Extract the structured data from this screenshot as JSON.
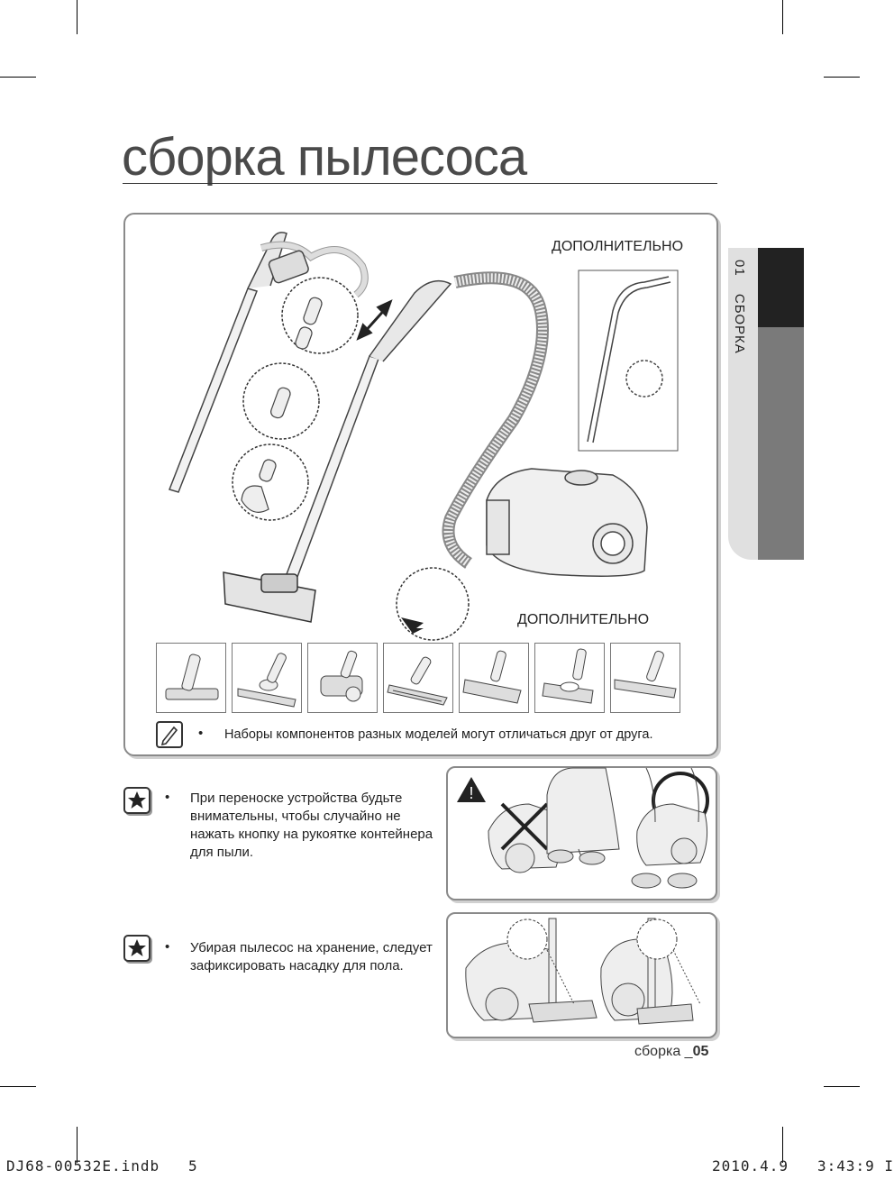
{
  "header": {
    "title": "сборка пылесоса"
  },
  "side_tab": {
    "number": "01",
    "label": "СБОРКА"
  },
  "main_panel": {
    "optional_top": "ДОПОЛНИТЕЛЬНО",
    "optional_bottom": "ДОПОЛНИТЕЛЬНО",
    "note_icon": "note-pencil-icon",
    "note_text": "Наборы компонентов разных моделей могут отличаться друг от друга.",
    "nozzles": [
      "nozzle-1",
      "nozzle-2",
      "nozzle-3",
      "nozzle-4",
      "nozzle-5",
      "nozzle-6",
      "nozzle-7"
    ]
  },
  "cautions": [
    {
      "icon": "star-icon",
      "text": "При переноске устройства будьте внимательны, чтобы случайно не нажать кнопку на рукоятке контейнера для пыли."
    },
    {
      "icon": "star-icon",
      "text": "Убирая пылесос на хранение, следует зафиксировать насадку для пола."
    }
  ],
  "footer": {
    "page_label": "сборка _",
    "page_number": "05",
    "file_name": "DJ68-00532E.indb   5",
    "timestamp": "2010.4.9   3:43:9 I"
  },
  "colors": {
    "dark_tab": "#222222",
    "grey_tab": "#7a7a7a",
    "light_tab": "#e0e0e0"
  }
}
